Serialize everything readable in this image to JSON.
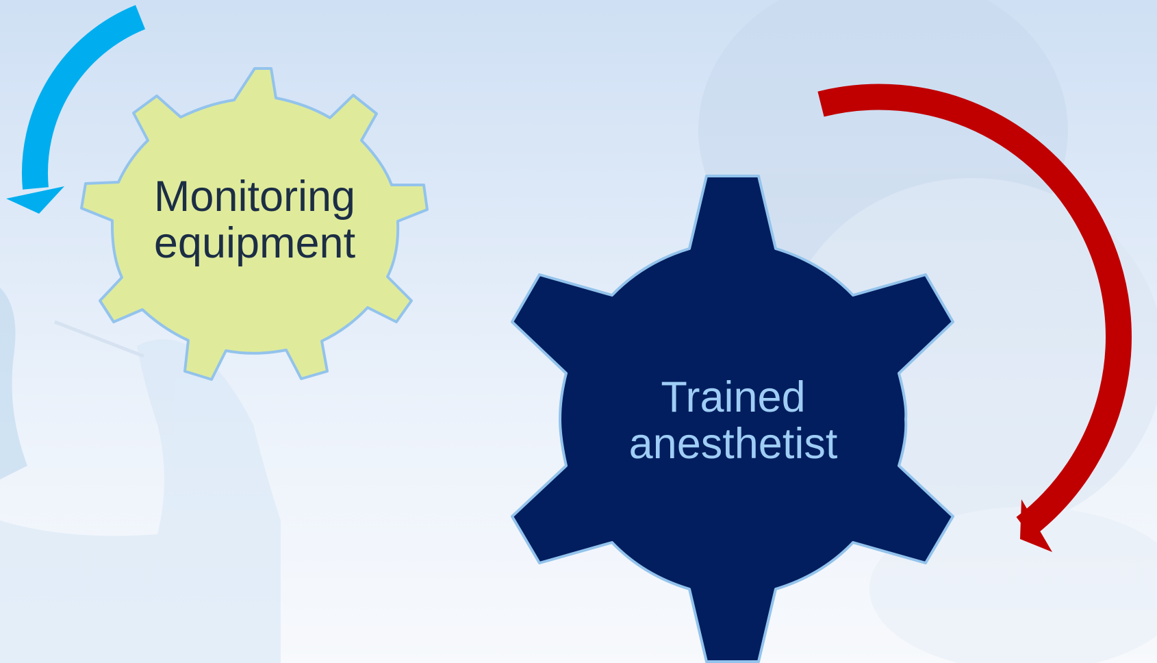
{
  "colors": {
    "background_top": "#cfe0f4",
    "background_bottom": "#f7f9fc",
    "gear_light_fill": "#dfeb9b",
    "gear_dark_fill": "#021e5e",
    "gear_outline": "#93c3ec",
    "light_gear_text": "#1c2d45",
    "dark_gear_text": "#9fcdf5",
    "arrow_blue": "#00aeef",
    "arrow_red": "#c00000"
  },
  "gears": [
    {
      "id": "monitoring",
      "label_lines": [
        "Monitoring",
        "equipment"
      ],
      "fill": "light"
    },
    {
      "id": "anesthetist",
      "label_lines": [
        "Trained",
        "anesthetist"
      ],
      "fill": "dark"
    }
  ],
  "arrows": [
    {
      "id": "blue-curved-arrow",
      "color": "arrow_blue",
      "direction": "counter-clockwise"
    },
    {
      "id": "red-curved-arrow",
      "color": "arrow_red",
      "direction": "clockwise"
    }
  ]
}
